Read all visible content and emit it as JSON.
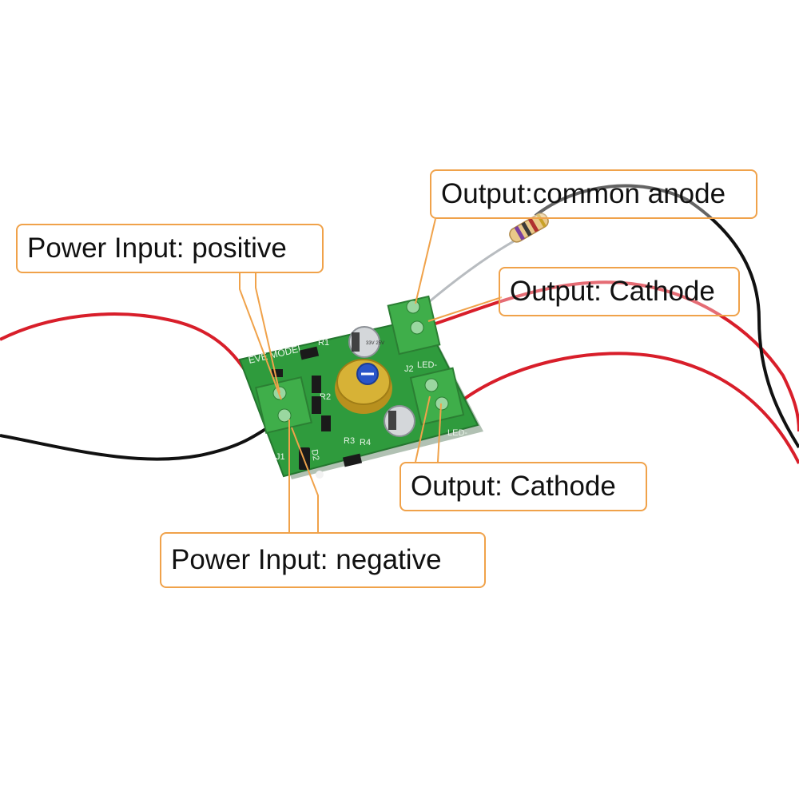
{
  "callouts": {
    "power_positive": "Power Input: positive",
    "output_common_anode": "Output:common anode",
    "output_cathode_upper": "Output: Cathode",
    "output_cathode_lower": "Output: Cathode",
    "power_negative": "Power Input: negative"
  },
  "board": {
    "brand": "EVE MODEL",
    "labels": {
      "r1": "R1",
      "r2": "R2",
      "r3": "R3",
      "r4": "R4",
      "j1": "J1",
      "j2": "J2",
      "d2": "D2",
      "led_top": "LED-",
      "led_bottom": "LED-",
      "cap_rating": "33V 25V"
    }
  },
  "colors": {
    "callout_border": "#f0a24a",
    "pcb_green": "#2f9b3d",
    "terminal_green": "#3fae4a",
    "wire_red": "#d81e2a",
    "wire_black": "#111111",
    "potentiometer_gold": "#c9a227",
    "potentiometer_blue": "#2a55c8"
  }
}
